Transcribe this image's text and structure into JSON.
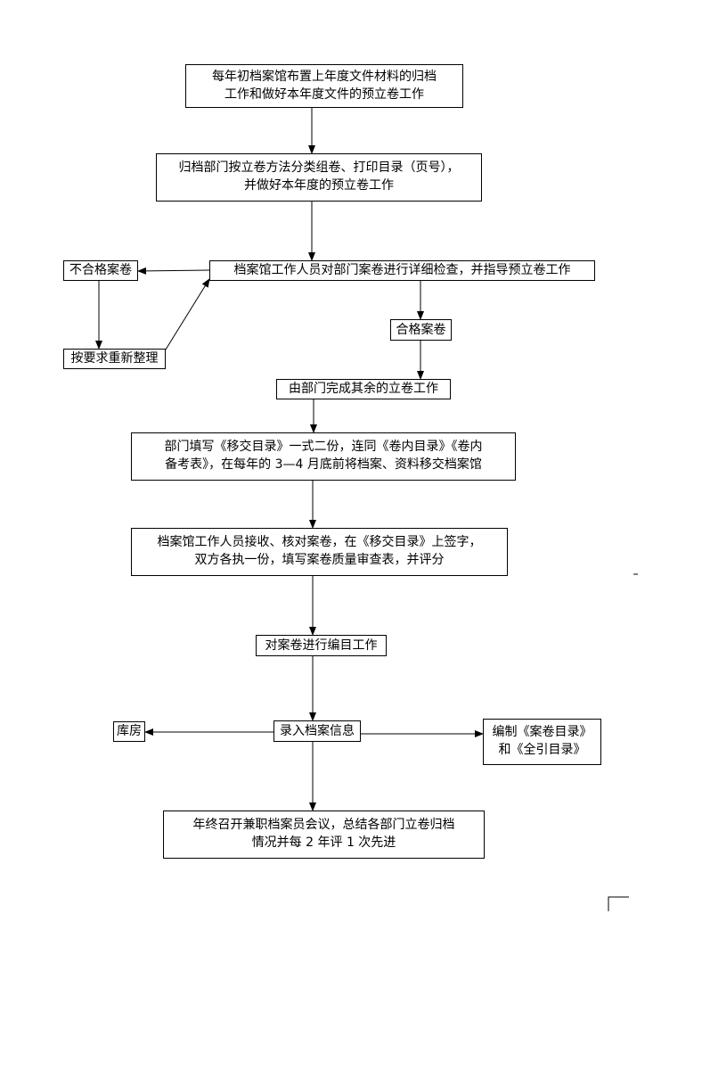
{
  "nodes": {
    "n1": {
      "lines": [
        "每年初档案馆布置上年度文件材料的归档",
        "工作和做好本年度文件的预立卷工作"
      ]
    },
    "n2": {
      "lines": [
        "归档部门按立卷方法分类组卷、打印目录（页号），",
        "并做好本年度的预立卷工作"
      ]
    },
    "n3": {
      "lines": [
        "档案馆工作人员对部门案卷进行详细检查，并指导预立卷工作"
      ]
    },
    "n_fail": {
      "lines": [
        "不合格案卷"
      ]
    },
    "n_redo": {
      "lines": [
        "按要求重新整理"
      ]
    },
    "n_pass": {
      "lines": [
        "合格案卷"
      ]
    },
    "n4": {
      "lines": [
        "由部门完成其余的立卷工作"
      ]
    },
    "n5": {
      "lines": [
        "部门填写《移交目录》一式二份，连同《卷内目录》《卷内",
        "备考表》，在每年的 3—4 月底前将档案、资料移交档案馆"
      ]
    },
    "n6": {
      "lines": [
        "档案馆工作人员接收、核对案卷，在《移交目录》上签字，",
        "双方各执一份，填写案卷质量审查表，并评分"
      ]
    },
    "n7": {
      "lines": [
        "对案卷进行编目工作"
      ]
    },
    "n8": {
      "lines": [
        "录入档案信息"
      ]
    },
    "n_store": {
      "lines": [
        "库房"
      ]
    },
    "n_catalog": {
      "lines": [
        "编制《案卷目录》",
        "和《全引目录》"
      ]
    },
    "n9": {
      "lines": [
        "年终召开兼职档案员会议，总结各部门立卷归档",
        "情况并每 2 年评 1 次先进"
      ]
    }
  }
}
